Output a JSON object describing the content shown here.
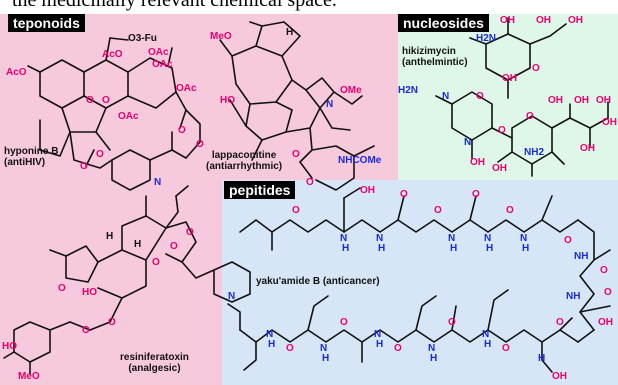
{
  "top_text": "the medicinally relevant chemical space.",
  "colors": {
    "pink": "#f7c9dc",
    "green": "#dff7e8",
    "blue": "#d6e6f7",
    "oxygen": "#e8006e",
    "nitrogen": "#1a2bd6"
  },
  "panels": {
    "teponoids": {
      "label": "teponoids",
      "molecules": [
        {
          "name": "hyponine B",
          "note": "(antiHIV)"
        },
        {
          "name": "lappaconitine",
          "note": "(antiarrhythmic)"
        },
        {
          "name": "resiniferatoxin",
          "note": "(analgesic)"
        }
      ]
    },
    "nucleosides": {
      "label": "nucleosides",
      "molecules": [
        {
          "name": "hikizimycin",
          "note": "(anthelmintic)"
        }
      ]
    },
    "pepitides": {
      "label": "pepitides",
      "molecules": [
        {
          "name": "yaku'amide B (anticancer)"
        }
      ]
    }
  },
  "atoms": {
    "hyponine": [
      "O3-Fu",
      "AcO",
      "OAc",
      "AcO",
      "OAc",
      "OAc",
      "OAc",
      "O",
      "O",
      "O",
      "O",
      "O",
      "N",
      "O"
    ],
    "lappaconitine": [
      "MeO",
      "H",
      "OMe",
      "N",
      "HO",
      "O",
      "O",
      "NHCOMe"
    ],
    "hikizimycin": [
      "OH",
      "OH",
      "OH",
      "H2N",
      "O",
      "OH",
      "H2N",
      "N",
      "O",
      "N",
      "O",
      "OH",
      "O",
      "OH",
      "OH",
      "OH",
      "OH",
      "NH2",
      "OH",
      "OH"
    ],
    "resiniferatoxin": [
      "H",
      "H",
      "O",
      "O",
      "O",
      "O",
      "HO",
      "O",
      "O",
      "HO",
      "MeO"
    ],
    "yakuamide": [
      "OH",
      "O",
      "O",
      "O",
      "O",
      "O",
      "N",
      "N",
      "N",
      "N",
      "N",
      "H",
      "H",
      "H",
      "H",
      "H",
      "O",
      "O",
      "NH",
      "O",
      "NH",
      "OH",
      "N",
      "N",
      "N",
      "N",
      "N",
      "N",
      "H",
      "H",
      "H",
      "H",
      "H",
      "H",
      "O",
      "O",
      "O",
      "O",
      "O",
      "O",
      "OH"
    ]
  }
}
